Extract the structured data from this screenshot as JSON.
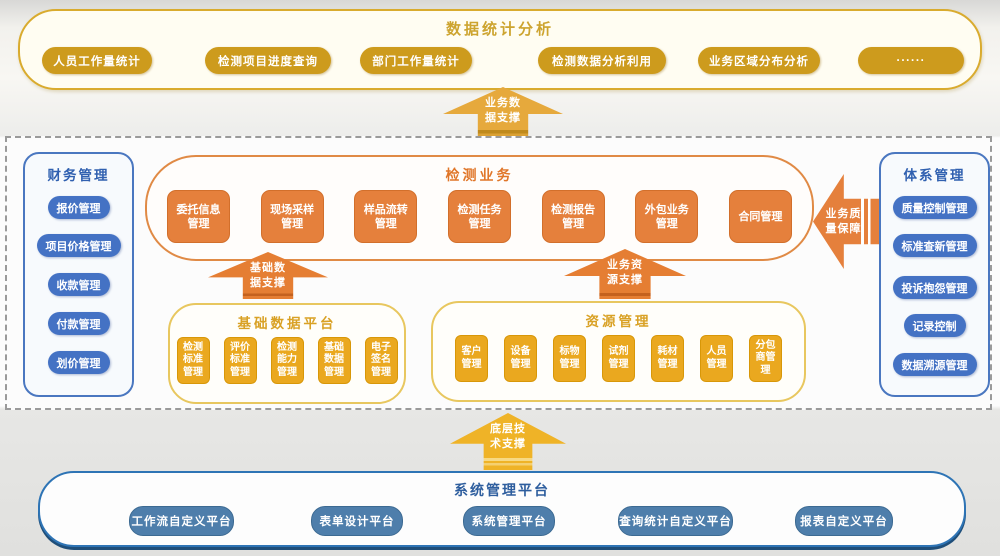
{
  "top": {
    "title": "数据统计分析",
    "items": [
      "人员工作量统计",
      "检测项目进度查询",
      "部门工作量统计",
      "检测数据分析利用",
      "业务区域分布分析",
      "······"
    ]
  },
  "arrows": {
    "business_data": {
      "line1": "业务数",
      "line2": "据支撑"
    },
    "quality": {
      "line1": "业务质",
      "line2": "量保障"
    },
    "base_data": {
      "line1": "基础数",
      "line2": "据支撑"
    },
    "resource": {
      "line1": "业务资",
      "line2": "源支撑"
    },
    "tech": {
      "line1": "底层技",
      "line2": "术支撑"
    }
  },
  "finance": {
    "title": "财务管理",
    "items": [
      "报价管理",
      "项目价格管理",
      "收款管理",
      "付款管理",
      "划价管理"
    ]
  },
  "testing": {
    "title": "检测业务",
    "items": [
      "委托信息管理",
      "现场采样管理",
      "样品流转管理",
      "检测任务管理",
      "检测报告管理",
      "外包业务管理",
      "合同管理"
    ]
  },
  "system": {
    "title": "体系管理",
    "items": [
      "质量控制管理",
      "标准查新管理",
      "投诉抱怨管理",
      "记录控制",
      "数据溯源管理"
    ]
  },
  "base_platform": {
    "title": "基础数据平台",
    "items": [
      "检测标准管理",
      "评价标准管理",
      "检测能力管理",
      "基础数据管理",
      "电子签名管理"
    ]
  },
  "resource": {
    "title": "资源管理",
    "items": [
      "客户管理",
      "设备管理",
      "标物管理",
      "试剂管理",
      "耗材管理",
      "人员管理",
      "分包商管理"
    ]
  },
  "platform": {
    "title": "系统管理平台",
    "items": [
      "工作流自定义平台",
      "表单设计平台",
      "系统管理平台",
      "查询统计自定义平台",
      "报表自定义平台"
    ]
  },
  "colors": {
    "gold": "#cd9b1d",
    "orange": "#e5803c",
    "blue": "#4472c4",
    "steel_blue": "#4e7eab",
    "border_blue": "#2e74b5"
  }
}
